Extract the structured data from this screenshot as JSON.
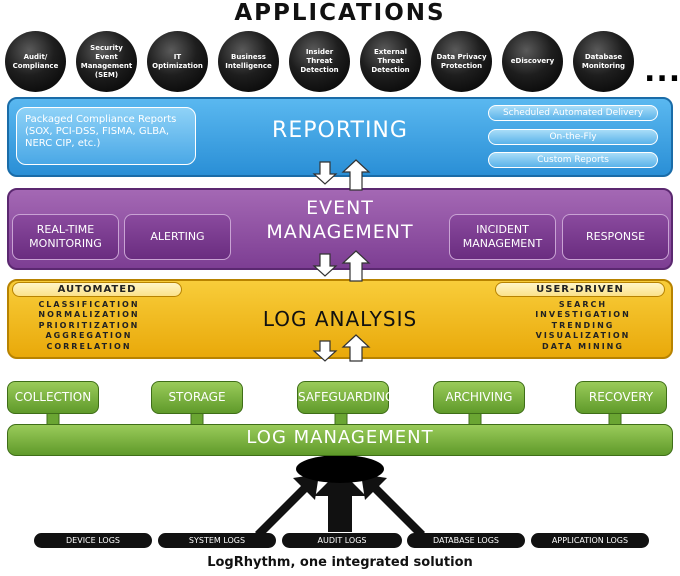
{
  "applications": {
    "title": "APPLICATIONS",
    "items": [
      "Audit/ Compliance",
      "Security Event Management (SEM)",
      "IT Optimization",
      "Business Intelligence",
      "Insider Threat Detection",
      "External Threat Detection",
      "Data Privacy Protection",
      "eDiscovery",
      "Database Monitoring"
    ],
    "more": "..."
  },
  "reporting": {
    "title": "REPORTING",
    "packaged": "Packaged Compliance Reports (SOX, PCI-DSS, FISMA, GLBA, NERC CIP, etc.)",
    "options": [
      "Scheduled Automated Delivery",
      "On-the-Fly",
      "Custom Reports"
    ]
  },
  "event_management": {
    "title_line1": "EVENT",
    "title_line2": "MANAGEMENT",
    "boxes": [
      "REAL-TIME MONITORING",
      "ALERTING",
      "INCIDENT MANAGEMENT",
      "RESPONSE"
    ]
  },
  "log_analysis": {
    "title": "LOG ANALYSIS",
    "automated": {
      "label": "AUTOMATED",
      "items": [
        "CLASSIFICATION",
        "NORMALIZATION",
        "PRIORITIZATION",
        "AGGREGATION",
        "CORRELATION"
      ]
    },
    "user_driven": {
      "label": "USER-DRIVEN",
      "items": [
        "SEARCH",
        "INVESTIGATION",
        "TRENDING",
        "VISUALIZATION",
        "DATA MINING"
      ]
    }
  },
  "log_management": {
    "title": "LOG MANAGEMENT",
    "functions": [
      "COLLECTION",
      "STORAGE",
      "SAFEGUARDING",
      "ARCHIVING",
      "RECOVERY"
    ]
  },
  "sources": [
    "DEVICE LOGS",
    "SYSTEM LOGS",
    "AUDIT LOGS",
    "DATABASE LOGS",
    "APPLICATION LOGS"
  ],
  "caption": "LogRhythm, one integrated solution",
  "colors": {
    "reporting": "#2a8fd6",
    "event_management": "#7d3e93",
    "log_analysis": "#e9a90a",
    "log_management": "#5f9a2a"
  }
}
